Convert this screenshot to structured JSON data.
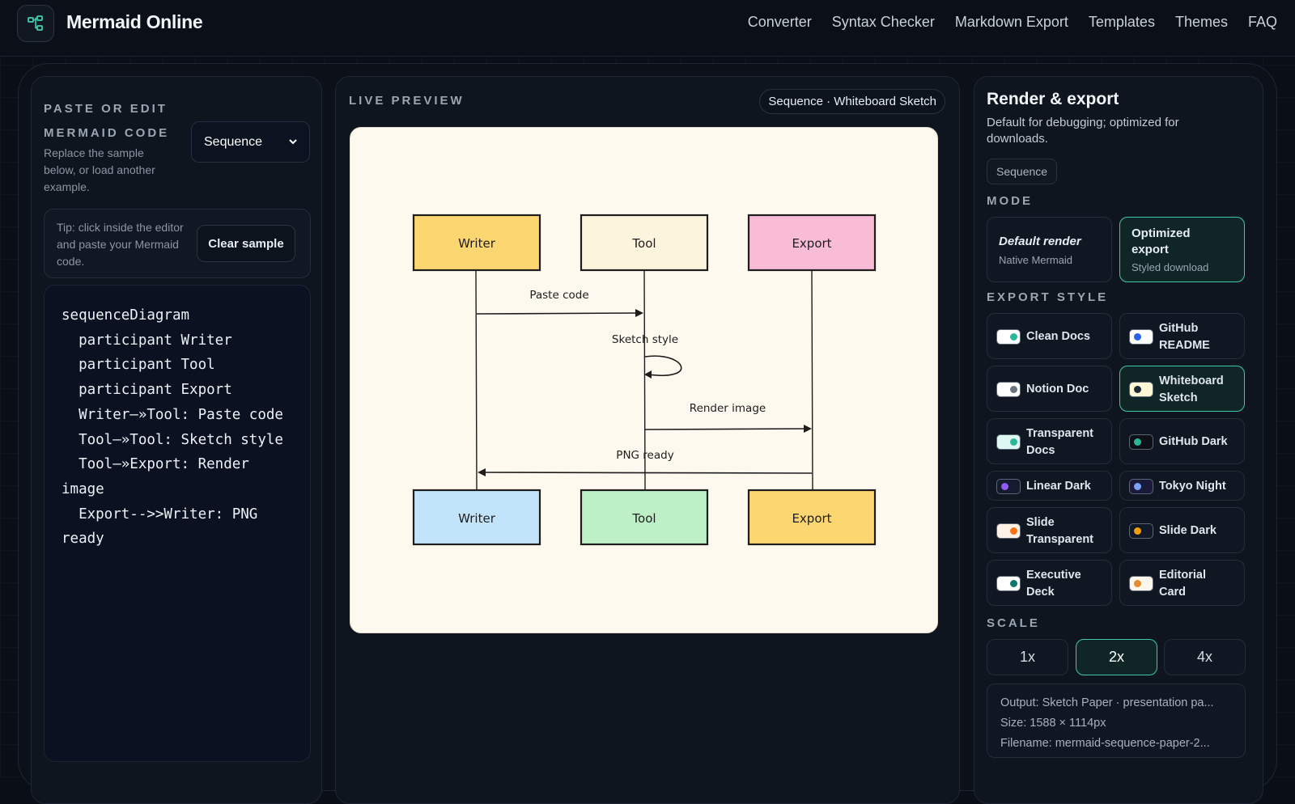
{
  "header": {
    "brand": "Mermaid Online",
    "logo_icon": "diagram-icon",
    "nav": [
      "Converter",
      "Syntax Checker",
      "Markdown Export",
      "Templates",
      "Themes",
      "FAQ"
    ]
  },
  "editor": {
    "title": "PASTE OR EDIT MERMAID CODE",
    "description": "Replace the sample below, or load another example.",
    "diagram_type": "Sequence",
    "tip": "Tip: click inside the editor and paste your Mermaid code.",
    "clear_label": "Clear sample",
    "code": "sequenceDiagram\n  participant Writer\n  participant Tool\n  participant Export\n  Writer—»Tool: Paste code\n  Tool—»Tool: Sketch style\n  Tool—»Export: Render image\n  Export-->>Writer: PNG ready"
  },
  "preview": {
    "title": "LIVE PREVIEW",
    "badge": "Sequence · Whiteboard Sketch",
    "diagram": {
      "participants_top": [
        {
          "label": "Writer",
          "fill": "#fcd670"
        },
        {
          "label": "Tool",
          "fill": "#fdf4dd"
        },
        {
          "label": "Export",
          "fill": "#f9bcd6"
        }
      ],
      "participants_bottom": [
        {
          "label": "Writer",
          "fill": "#c2e4fb"
        },
        {
          "label": "Tool",
          "fill": "#bdf0c6"
        },
        {
          "label": "Export",
          "fill": "#fcd670"
        }
      ],
      "messages": [
        "Paste code",
        "Sketch style",
        "Render image",
        "PNG ready"
      ]
    }
  },
  "export": {
    "title": "Render & export",
    "subtitle": "Default for debugging; optimized for downloads.",
    "chip": "Sequence",
    "mode_title": "MODE",
    "modes": [
      {
        "title": "Default render",
        "sub": "Native Mermaid"
      },
      {
        "title": "Optimized export",
        "sub": "Styled download"
      }
    ],
    "style_title": "EXPORT STYLE",
    "styles": [
      {
        "label": "Clean Docs",
        "bg": "#ffffff",
        "dot": "#2bb69a"
      },
      {
        "label": "GitHub README",
        "bg": "#ffffff",
        "dot": "#2563eb"
      },
      {
        "label": "Notion Doc",
        "bg": "#ffffff",
        "dot": "#6b7280"
      },
      {
        "label": "Whiteboard Sketch",
        "bg": "#fff7d6",
        "dot": "#1f2937"
      },
      {
        "label": "Transparent Docs",
        "bg": "#dff7f1",
        "dot": "#2bb69a"
      },
      {
        "label": "GitHub Dark",
        "bg": "#0d1117",
        "dot": "#2bb69a"
      },
      {
        "label": "Linear Dark",
        "bg": "#151a2e",
        "dot": "#8b5cf6"
      },
      {
        "label": "Tokyo Night",
        "bg": "#1a1b3a",
        "dot": "#7aa2f7"
      },
      {
        "label": "Slide Transparent",
        "bg": "#fff1e6",
        "dot": "#f97316"
      },
      {
        "label": "Slide Dark",
        "bg": "#111827",
        "dot": "#f59e0b"
      },
      {
        "label": "Executive Deck",
        "bg": "#ffffff",
        "dot": "#0f766e"
      },
      {
        "label": "Editorial Card",
        "bg": "#fdf6ec",
        "dot": "#ea8a2e"
      }
    ],
    "active_style": "Whiteboard Sketch",
    "scale_title": "SCALE",
    "scales": [
      "1x",
      "2x",
      "4x"
    ],
    "active_scale": "2x",
    "output_lines": [
      "Output: Sketch Paper · presentation pa...",
      "Size: 1588 × 1114px",
      "Filename: mermaid-sequence-paper-2..."
    ]
  }
}
